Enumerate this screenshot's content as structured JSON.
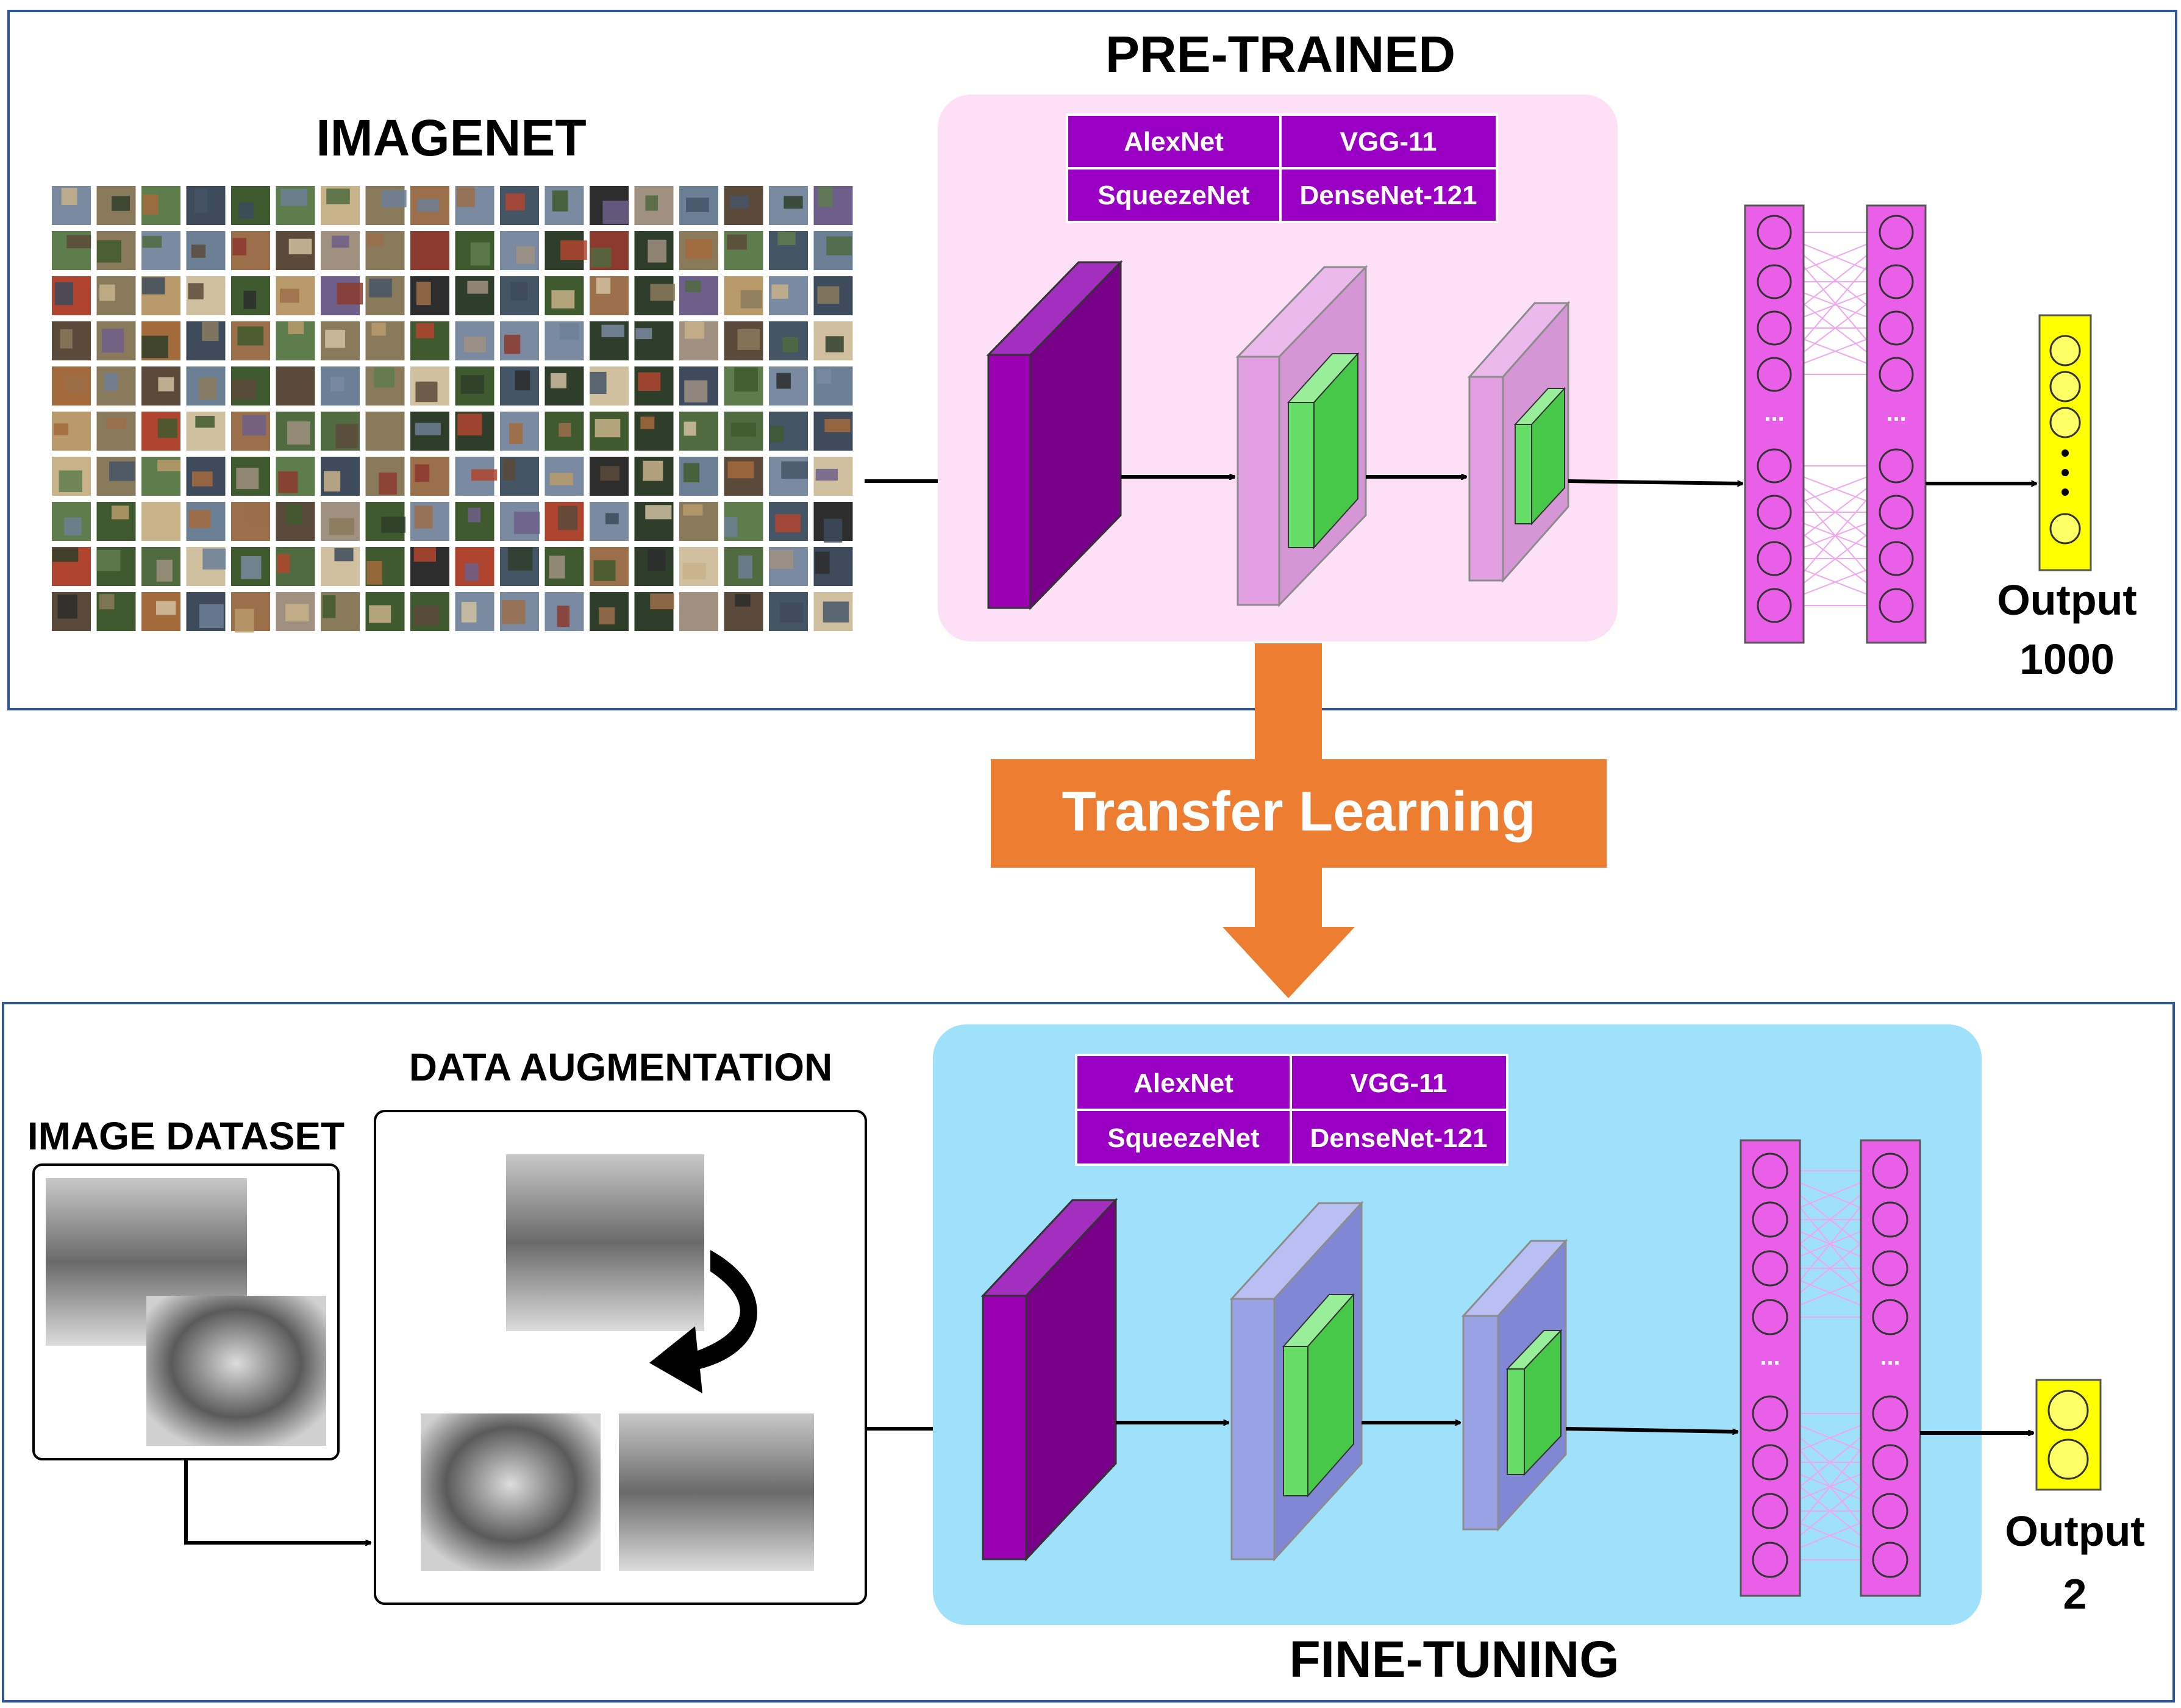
{
  "top_panel": {
    "imagenet_title": "IMAGENET",
    "pretrained_title": "PRE-TRAINED",
    "models": [
      "AlexNet",
      "VGG-11",
      "SqueezeNet",
      "DenseNet-121"
    ],
    "ellipsis": "...",
    "output_label": "Output",
    "output_count": "1000"
  },
  "transfer": {
    "label": "Transfer Learning"
  },
  "bottom_panel": {
    "image_dataset_title": "IMAGE DATASET",
    "augmentation_title": "DATA AUGMENTATION",
    "finetuning_title": "FINE-TUNING",
    "models": [
      "AlexNet",
      "VGG-11",
      "SqueezeNet",
      "DenseNet-121"
    ],
    "ellipsis": "...",
    "output_label": "Output",
    "output_count": "2"
  },
  "colors": {
    "panel_border": "#2e5597",
    "pretrained_bg": "#fde0f5",
    "finetune_bg": "#9fe0fa",
    "model_box": "#9900c4",
    "conv1_front": "#9c00b3",
    "conv1_side": "#780088",
    "conv_pink": "#e2a0e2",
    "conv_blue": "#9aa2e6",
    "green": "#66dd66",
    "neuron": "#ea5fe8",
    "output_yellow": "#ffff00",
    "transfer_orange": "#ed7d31"
  }
}
